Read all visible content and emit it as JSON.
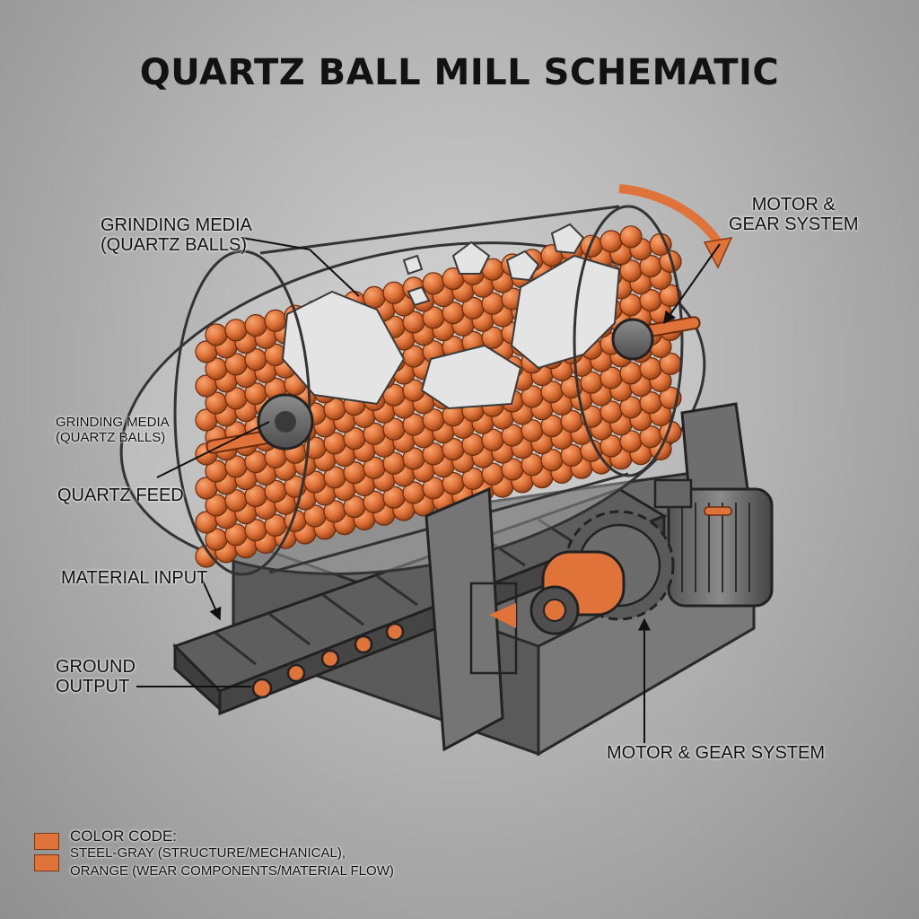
{
  "title": "QUARTZ BALL MILL SCHEMATIC",
  "labels": {
    "grinding_media_top": [
      "GRINDING MEDIA",
      "(QUARTZ BALLS)"
    ],
    "motor_gear_top": [
      "MOTOR &",
      "GEAR SYSTEM"
    ],
    "grinding_media_left": [
      "GRINDING MEDIA",
      "(QUARTZ BALLS)"
    ],
    "quartz_feed": "QUARTZ FEED",
    "material_input": "MATERIAL INPUT",
    "ground_output": [
      "GROUND",
      "OUTPUT"
    ],
    "motor_gear_bottom": "MOTOR & GEAR SYSTEM"
  },
  "legend": {
    "heading": "COLOR CODE:",
    "items": [
      "STEEL-GRAY (STRUCTURE/MECHANICAL),",
      "ORANGE (WEAR COMPONENTS/MATERIAL FLOW)"
    ]
  },
  "colors": {
    "orange": "#e0733a",
    "steel_gray": "#6f6f6f",
    "dark_gray": "#4a4a4a",
    "background": "#b4b4b4"
  }
}
